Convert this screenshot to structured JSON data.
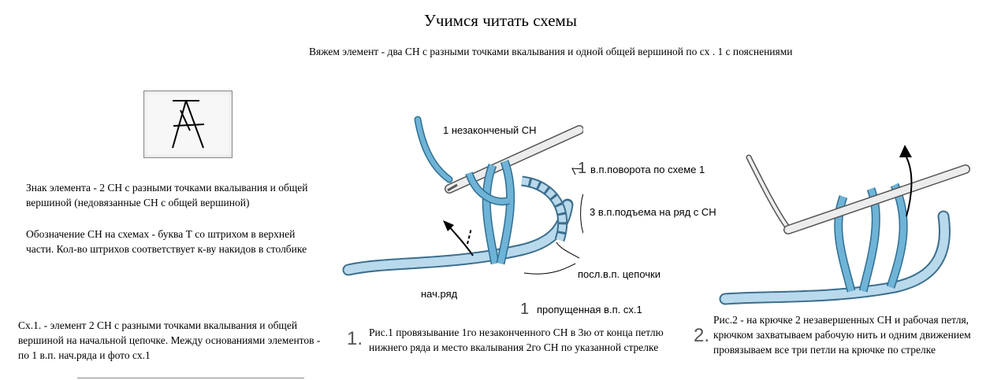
{
  "header": {
    "title": "Учимся читать схемы",
    "subtitle": "Вяжем элемент - два СН с разными точками вкалывания и одной общей вершиной по сх . 1 с пояснениями"
  },
  "sign": {
    "icon": "crochet-symbol-two-dc-together-icon",
    "description": "Знак элемента - 2 СН с разными точками вкалывания и общей вершиной  (недовязанные СН с общей вершиной)",
    "legend": "Обозначение СН на схемах - буква Т со штрихом в верхней части. Кол-во штрихов соответствует к-ву накидов в столбике"
  },
  "scheme": {
    "caption": "Сх.1. - элемент 2 СН с разными точками вкалывания и общей вершиной на начальной цепочке. Между основаниями  элементов - по 1 в.п. нач.ряда  и  фото сх.1"
  },
  "figure1": {
    "number": "1.",
    "caption": "Рис.1 провязывание 1го незаконченного СН в 3ю от конца петлю нижнего ряда и место вкалывания 2го СН по указанной стрелке",
    "labels": {
      "unfinished": "1 незаконченый СН",
      "turn_num": "1",
      "turn": "в.п.поворота по схеме 1",
      "lift": "3 в.п.подъема на ряд с СН",
      "last": "посл.в.п. цепочки",
      "start": "нач.ряд",
      "skipped_num": "1",
      "skipped": "пропущенная в.п. сх.1"
    }
  },
  "figure2": {
    "number": "2.",
    "caption": "Рис.2 - на крючке 2 незавершенных СН и рабочая петля, крючком захватываем рабочую нить и одним движением провязываем все три петли на крючке по стрелке"
  },
  "colors": {
    "yarn": "#6fb3d6",
    "yarn_dark": "#2f6f92",
    "chain": "#b9d9ec",
    "hook": "#e6e6e6"
  }
}
